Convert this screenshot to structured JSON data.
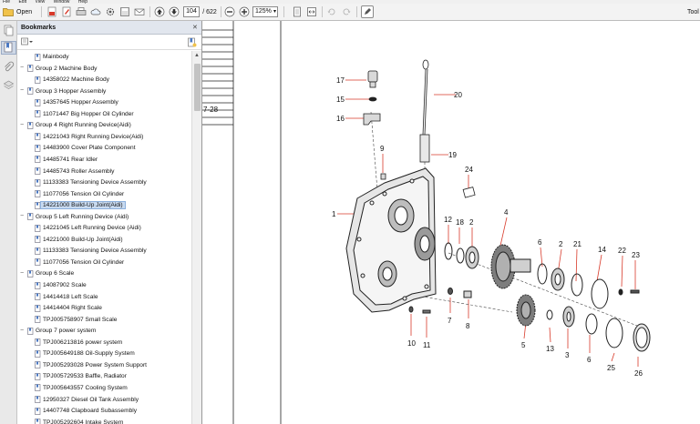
{
  "menu": [
    "File",
    "Edit",
    "View",
    "Window",
    "Help"
  ],
  "toolbar": {
    "open_label": "Open",
    "page_current": "104",
    "page_total": "/ 622",
    "zoom": "125%",
    "tools_label": "Tool"
  },
  "bookmarks": {
    "title": "Bookmarks",
    "items": [
      {
        "label": "Mainbody",
        "level": 1,
        "toggle": ""
      },
      {
        "label": "Group 2 Machine Body",
        "level": 0,
        "toggle": "−"
      },
      {
        "label": "14358022 Machine Body",
        "level": 1,
        "toggle": ""
      },
      {
        "label": "Group 3 Hopper Assembly",
        "level": 0,
        "toggle": "−"
      },
      {
        "label": "14357645 Hopper Assembly",
        "level": 1,
        "toggle": ""
      },
      {
        "label": "11071447 Big Hopper Oil Cylinder",
        "level": 1,
        "toggle": ""
      },
      {
        "label": "Group 4 Right Running Device(Aidi)",
        "level": 0,
        "toggle": "−"
      },
      {
        "label": "14221043 Right Running Device(Aidi)",
        "level": 1,
        "toggle": ""
      },
      {
        "label": "14483900 Cover Plate Component",
        "level": 1,
        "toggle": ""
      },
      {
        "label": "14485741 Rear Idler",
        "level": 1,
        "toggle": ""
      },
      {
        "label": "14485743 Roller Assembly",
        "level": 1,
        "toggle": ""
      },
      {
        "label": "11133383 Tensioning Device Assembly",
        "level": 1,
        "toggle": ""
      },
      {
        "label": "11077056 Tension Oil Cylinder",
        "level": 1,
        "toggle": ""
      },
      {
        "label": "14221000 Build-Up Joint(Aidi)",
        "level": 1,
        "toggle": "",
        "selected": true
      },
      {
        "label": "Group 5 Left Running Device (Aidi)",
        "level": 0,
        "toggle": "−"
      },
      {
        "label": "14221045 Left Running Device (Aidi)",
        "level": 1,
        "toggle": ""
      },
      {
        "label": "14221000 Build-Up Joint(Aidi)",
        "level": 1,
        "toggle": ""
      },
      {
        "label": "11133383 Tensioning Device Assembly",
        "level": 1,
        "toggle": ""
      },
      {
        "label": "11077056 Tension Oil Cylinder",
        "level": 1,
        "toggle": ""
      },
      {
        "label": "Group 6 Scale",
        "level": 0,
        "toggle": "−"
      },
      {
        "label": "14087902 Scale",
        "level": 1,
        "toggle": ""
      },
      {
        "label": "14414418 Left Scale",
        "level": 1,
        "toggle": ""
      },
      {
        "label": "14414404 Right Scale",
        "level": 1,
        "toggle": ""
      },
      {
        "label": "TPJ005758907 Small Scale",
        "level": 1,
        "toggle": ""
      },
      {
        "label": "Group 7 power system",
        "level": 0,
        "toggle": "−"
      },
      {
        "label": "TPJ006213816 power system",
        "level": 1,
        "toggle": ""
      },
      {
        "label": "TPJ005649188 Oil-Supply System",
        "level": 1,
        "toggle": ""
      },
      {
        "label": "TPJ005293028 Power System Support",
        "level": 1,
        "toggle": ""
      },
      {
        "label": "TPJ005729533 Baffle, Radiator",
        "level": 1,
        "toggle": ""
      },
      {
        "label": "TPJ005643557 Cooling System",
        "level": 1,
        "toggle": ""
      },
      {
        "label": "12950327 Diesel Oil Tank Assembly",
        "level": 1,
        "toggle": ""
      },
      {
        "label": "14407748 Clapboard Subassembly",
        "level": 1,
        "toggle": ""
      },
      {
        "label": "TPJ005292604 Intake System",
        "level": 1,
        "toggle": ""
      }
    ]
  },
  "document": {
    "margin_label": "7-28",
    "callouts": [
      "17",
      "15",
      "16",
      "20",
      "9",
      "19",
      "24",
      "1",
      "12",
      "18",
      "2",
      "4",
      "6",
      "2",
      "21",
      "14",
      "22",
      "23",
      "7",
      "8",
      "10",
      "11",
      "5",
      "13",
      "3",
      "6",
      "25",
      "26"
    ]
  },
  "colors": {
    "accent": "#d83a2a",
    "selection": "#c8daf0",
    "panel_header": "#e1e6ee"
  }
}
